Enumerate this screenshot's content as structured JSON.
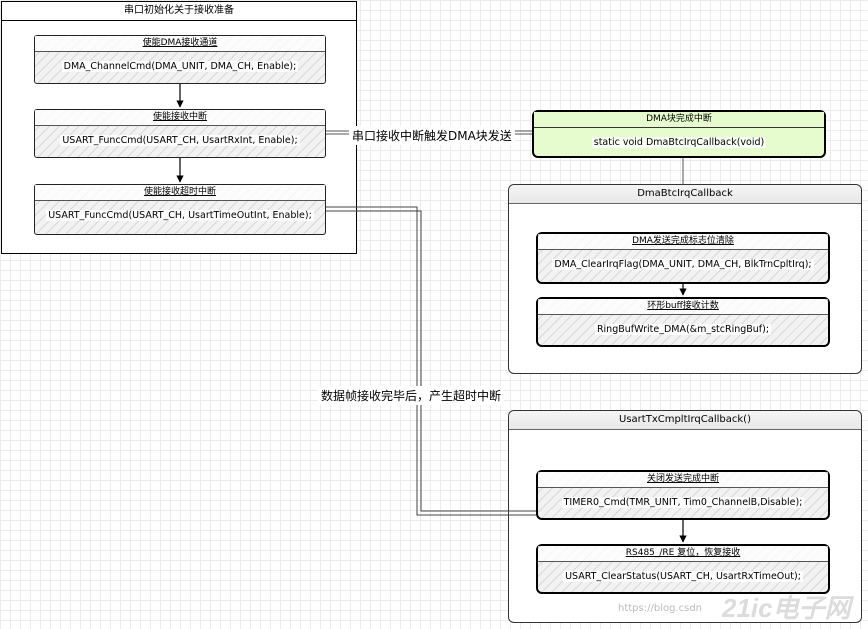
{
  "init_group": {
    "title": "串口初始化关于接收准备",
    "steps": [
      {
        "title": "使能DMA接收通道",
        "code": "DMA_ChannelCmd(DMA_UNIT, DMA_CH, Enable);"
      },
      {
        "title": "使能接收中断",
        "code": "USART_FuncCmd(USART_CH, UsartRxInt, Enable);"
      },
      {
        "title": "使能接收超时中断",
        "code": "USART_FuncCmd(USART_CH, UsartTimeOutInt, Enable);"
      }
    ]
  },
  "dma_block": {
    "title": "DMA块完成中断",
    "code": "static void DmaBtcIrqCallback(void)"
  },
  "dma_callback_group": {
    "title": "DmaBtcIrqCallback",
    "steps": [
      {
        "title": "DMA发送完成标志位清除",
        "code": "DMA_ClearIrqFlag(DMA_UNIT, DMA_CH, BlkTrnCpltIrq);"
      },
      {
        "title": "环形buff接收计数",
        "code": "RingBufWrite_DMA(&m_stcRingBuf);"
      }
    ]
  },
  "usart_callback_group": {
    "title": "UsartTxCmpltIrqCallback()",
    "steps": [
      {
        "title": "关闭发送完成中断",
        "code": "TIMER0_Cmd(TMR_UNIT, Tim0_ChannelB,Disable);"
      },
      {
        "title": "RS485_/RE 复位，恢复接收",
        "code": "USART_ClearStatus(USART_CH, UsartRxTimeOut);"
      }
    ]
  },
  "edge_labels": {
    "rx_to_dma": "串口接收中断触发DMA块发送",
    "timeout": "数据帧接收完毕后，产生超时中断"
  },
  "watermark": {
    "url": "https://blog.csdn",
    "logo": "21ic电子网"
  }
}
